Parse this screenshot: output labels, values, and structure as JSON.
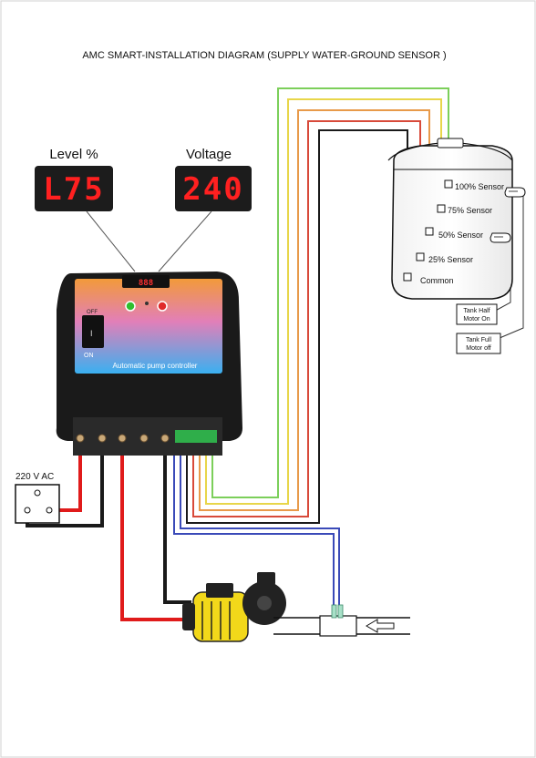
{
  "title": "AMC SMART-INSTALLATION DIAGRAM (SUPPLY WATER-GROUND SENSOR )",
  "displays": {
    "level": {
      "label": "Level %",
      "value": "L75"
    },
    "voltage": {
      "label": "Voltage",
      "value": "240"
    }
  },
  "controller": {
    "name": "Automatic pump controller",
    "switch_off": "OFF",
    "switch_on": "ON",
    "switch_mark": "I"
  },
  "power": {
    "label": "220 V AC"
  },
  "tank": {
    "sensors": [
      "100% Sensor",
      "75% Sensor",
      "50% Sensor",
      "25% Sensor",
      "Common"
    ]
  },
  "notes": {
    "half_line1": "Tank Half",
    "half_line2": "Motor On",
    "full_line1": "Tank Full",
    "full_line2": "Motor off"
  },
  "colors": {
    "wire_green": "#7ccf5a",
    "wire_yellow": "#e8d64a",
    "wire_orange": "#e89a4a",
    "wire_red": "#d84a3a",
    "wire_black": "#1a1a1a",
    "wire_blue": "#3a4ab8",
    "power_red": "#e01b1b",
    "display_red": "#ff2020",
    "pump_yellow": "#f2d81a"
  }
}
